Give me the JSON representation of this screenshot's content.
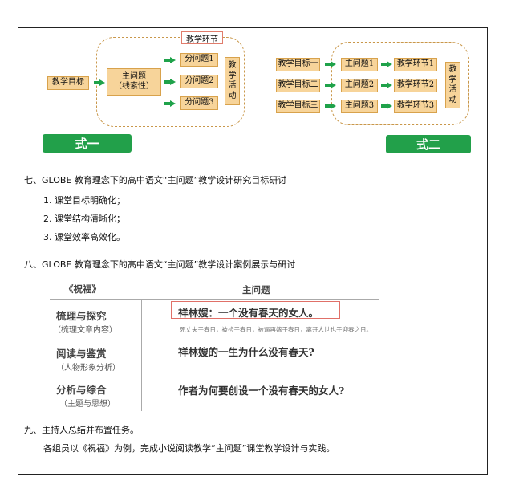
{
  "diagram1": {
    "top_label": "教学环节",
    "goal": "教学目标",
    "main_q": "主问题\n（线索性）",
    "subs": [
      "分问题1",
      "分问题2",
      "分问题3"
    ],
    "activity": "教学\n活动",
    "caption": "式一"
  },
  "diagram2": {
    "goals": [
      "教学目标一",
      "教学目标二",
      "教学目标三"
    ],
    "mains": [
      "主问题1",
      "主问题2",
      "主问题3"
    ],
    "stages": [
      "教学环节1",
      "教学环节2",
      "教学环节3"
    ],
    "activity": "教学\n活动",
    "caption": "式二"
  },
  "section7": {
    "heading": "七、GLOBE 教育理念下的高中语文“主问题”教学设计研究目标研讨",
    "items": [
      "1.  课堂目标明确化；",
      "2.  课堂结构清晰化；",
      "3.  课堂效率高效化。"
    ]
  },
  "section8": {
    "heading": "八、GLOBE 教育理念下的高中语文“主问题”教学设计案例展示与研讨"
  },
  "table": {
    "col1_header": "《祝福》",
    "col2_header": "主问题",
    "rows": [
      {
        "title": "梳理与探究",
        "sub": "（梳理文章内容）",
        "question": "祥林嫂：一个没有春天的女人。"
      },
      {
        "title": "阅读与鉴赏",
        "sub": "（人物形象分析）",
        "question": "祥林嫂的一生为什么没有春天?"
      },
      {
        "title": "分析与综合",
        "sub": "（主题与思想）",
        "question": "作者为何要创设一个没有春天的女人?"
      }
    ],
    "note": "死丈夫于春日，被捡于春日，被逼再嫁于春日，离开人世也于迎春之日。"
  },
  "section9": {
    "heading": "九、主持人总结并布置任务。",
    "body": "各组员以《祝福》为例，完成小说阅读教学“主问题”课堂教学设计与实践。"
  }
}
